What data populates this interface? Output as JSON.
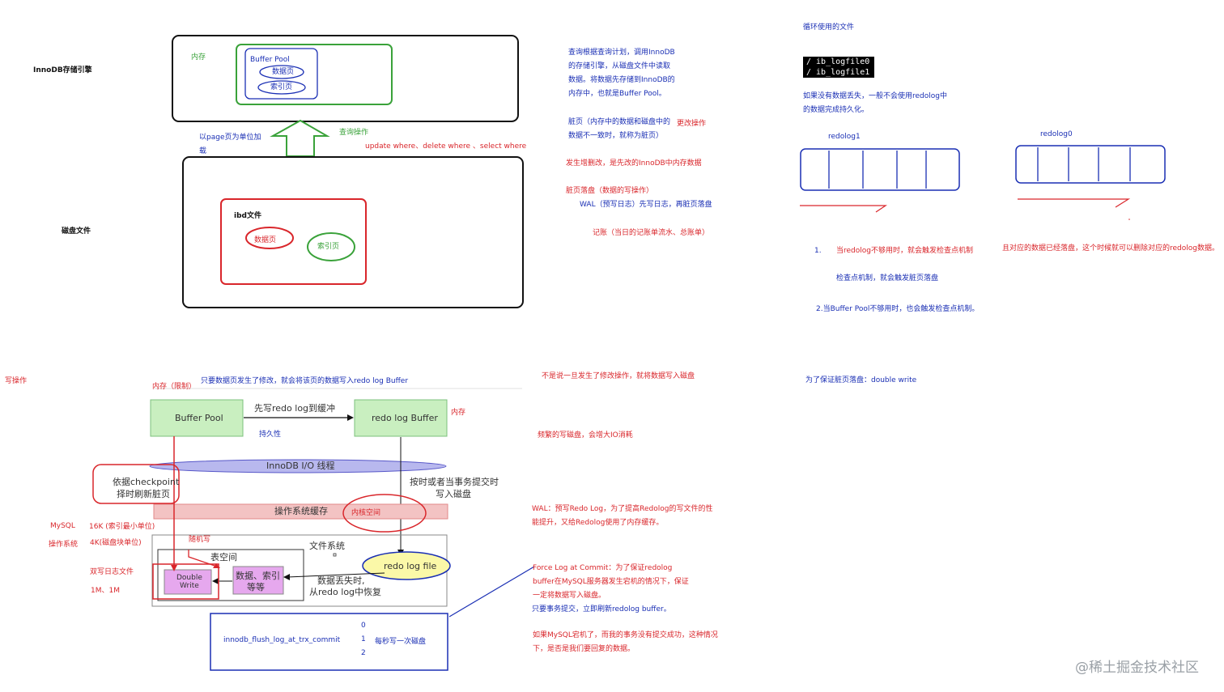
{
  "top": {
    "engine_label": "InnoDB存储引擎",
    "memory_label": "内存",
    "buffer_pool_label": "Buffer Pool",
    "data_page": "数据页",
    "index_page": "索引页",
    "load_unit_line1": "以page页为单位加",
    "load_unit_line2": "载",
    "query_op": "查询操作",
    "update_ops": "update where、delete where 、select where",
    "disk_file_label": "磁盘文件",
    "ibd_label": "ibd文件",
    "disk_data_page": "数据页",
    "disk_index_page": "索引页"
  },
  "notes_mid": {
    "query_flow": [
      "查询根据查询计划，调用InnoDB",
      "的存储引擎，从磁盘文件中读取",
      "数据。将数据先存储到InnoDB的",
      "内存中，也就是Buffer Pool。"
    ],
    "dirty_page": "脏页（内存中的数据和磁盘中的",
    "change_op": "更改操作",
    "dirty_page2": "数据不一致时，就称为脏页）",
    "crud_note": "发生增删改，是先改的InnoDB中内存数据",
    "flush_title": "脏页落盘（数据的写操作）",
    "wal_line": "WAL（预写日志）先写日志，再脏页落盘",
    "ledger": "记账（当日的记账单流水、总账单）"
  },
  "redo_right": {
    "cycle_files": "循环使用的文件",
    "logfile0": "/ ib_logfile0",
    "logfile1": "/ ib_logfile1",
    "persist_line1": "如果没有数据丢失，一般不会使用redolog中",
    "persist_line2": "的数据完成持久化。",
    "redolog1": "redolog1",
    "redolog0": "redolog0",
    "num1": "1.",
    "checkpoint1": "当redolog不够用时，就会触发检查点机制",
    "checkpoint1_cont": "且对应的数据已经落盘，这个时候就可以删除对应的redolog数据。",
    "checkpoint_flush": "检查点机制，就会触发脏页落盘",
    "checkpoint2": "2.当Buffer Pool不够用时，也会触发检查点机制。",
    "double_write": "为了保证脏页落盘：double write"
  },
  "bottom": {
    "write_op": "写操作",
    "memory_limited": "内存（限制）",
    "modify_note": "只要数据页发生了修改，就会将该页的数据写入redo log Buffer",
    "buffer_pool": "Buffer Pool",
    "write_redo_first": "先写redo log到缓冲",
    "redo_log_buffer": "redo log Buffer",
    "memory": "内存",
    "durability": "持久性",
    "io_thread": "InnoDB I/O 线程",
    "checkpoint_line1": "依据checkpoint",
    "checkpoint_line2": "择时刷新脏页",
    "commit_line1": "按时或者当事务提交时",
    "commit_line2": "写入磁盘",
    "os_cache": "操作系统缓存",
    "kernel_space": "内核空间",
    "mysql": "MySQL",
    "os": "操作系统",
    "mysql_unit": "16K (索引最小单位)",
    "os_unit": "4K(磁盘块单位)",
    "random_write": "随机写",
    "file_system": "文件系统",
    "tablespace": "表空间",
    "double_write_box": [
      "Double",
      "Write"
    ],
    "data_index_line1": "数据、索引",
    "data_index_line2": "等等",
    "redo_log_file": "redo log file",
    "data_loss_line1": "数据丢失时,",
    "data_loss_line2": "从redo log中恢复",
    "dw_log_file": "双写日志文件",
    "dw_size": "1M、1M",
    "flush_param": "innodb_flush_log_at_trx_commit",
    "opt0": "0",
    "opt1": "1",
    "opt2": "2",
    "per_second": "每秒写一次磁盘"
  },
  "notes_bottom": {
    "not_immediate": "不是说一旦发生了修改操作，就将数据写入磁盘",
    "frequent_io": "频繁的写磁盘，会增大IO消耗",
    "wal_line1": "WAL：预写Redo Log，为了提高Redolog的写文件的性",
    "wal_line2": "能提升，又给Redolog使用了内存缓存。",
    "force_log_lines": [
      "Force Log at Commit：为了保证redolog",
      "buffer在MySQL服务器发生宕机的情况下，保证",
      "一定将数据写入磁盘。"
    ],
    "commit_flush": "只要事务提交，立即刷新redolog buffer。",
    "crash_line1": "如果MySQL宕机了，而我的事务没有提交成功，这种情况",
    "crash_line2": "下，是否是我们要回复的数据。"
  },
  "watermark": "@稀土掘金技术社区",
  "colors": {
    "red": "#d9262b",
    "blue": "#1a2fb4",
    "green": "#3aa23a",
    "lightgreen": "#c9efc0",
    "lavender": "#b8b8ee",
    "pink": "#f3c3c3",
    "yellow": "#fbf8a8",
    "violet": "#e6a8ee"
  }
}
